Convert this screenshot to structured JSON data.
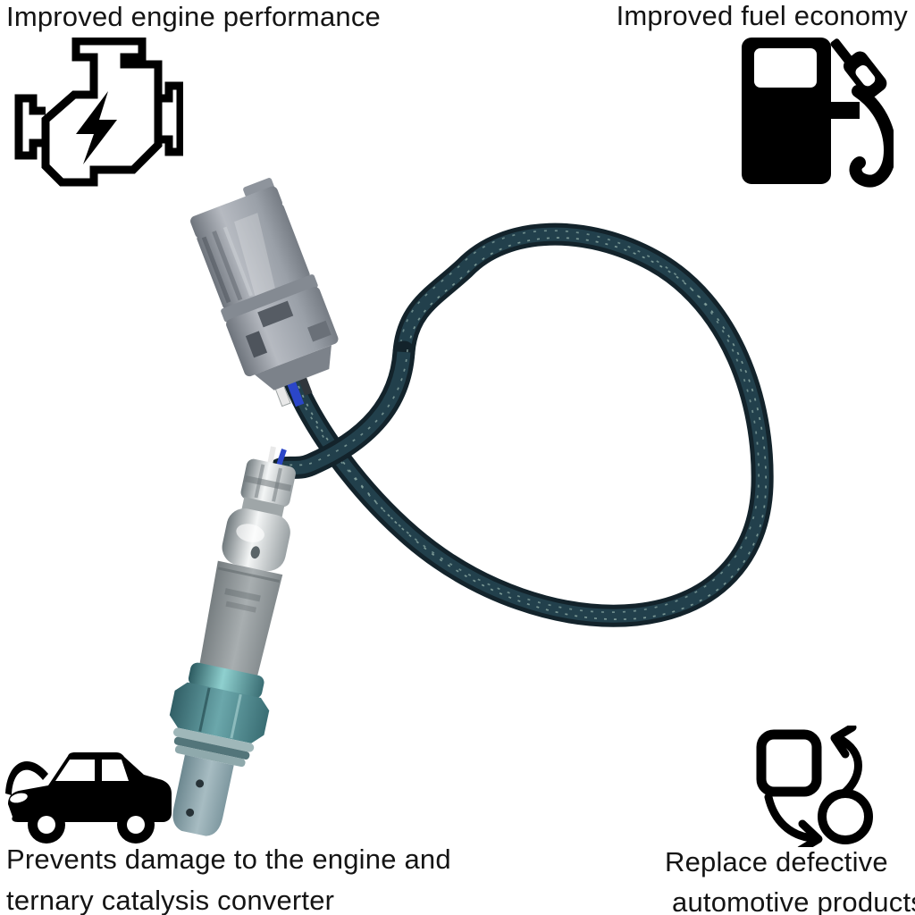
{
  "image": {
    "subject": "oxygen-sensor-product-photo",
    "background": "#ffffff"
  },
  "callouts": {
    "top_left": {
      "text": "Improved engine performance",
      "icon": "engine-warning-icon"
    },
    "top_right": {
      "text": "Improved fuel economy",
      "icon": "fuel-pump-icon"
    },
    "bottom_left": {
      "text_line1": "Prevents damage to the engine and",
      "text_line2": "ternary catalysis converter",
      "icon": "car-open-hood-icon"
    },
    "bottom_right": {
      "text_line1": "Replace defective",
      "text_line2": "automotive products",
      "icon": "replace-cycle-icon"
    }
  },
  "colors": {
    "text": "#141414",
    "icon": "#000000",
    "cable": "#1b313c",
    "cable_stitch": "#9fbcb4",
    "connector_gray": "#9aa0a8",
    "sensor_chrome": "#e4e9ea",
    "sensor_body_gray": "#8b9294",
    "hex_nut_teal": "#44787e",
    "sensor_tip": "#8fa5ad",
    "wire_blue": "#2b46c8",
    "wire_white": "#e9e9e9"
  }
}
